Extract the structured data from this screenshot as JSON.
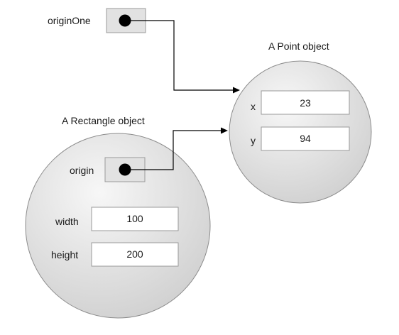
{
  "variable": {
    "name": "originOne"
  },
  "point_object": {
    "title": "A Point object",
    "fields": [
      {
        "name": "x",
        "value": "23"
      },
      {
        "name": "y",
        "value": "94"
      }
    ]
  },
  "rectangle_object": {
    "title": "A Rectangle object",
    "reference_field": {
      "name": "origin"
    },
    "fields": [
      {
        "name": "width",
        "value": "100"
      },
      {
        "name": "height",
        "value": "200"
      }
    ]
  },
  "colors": {
    "circle_fill_light": "#f7f7f7",
    "circle_fill_dark": "#cfcfcf",
    "circle_stroke": "#8c8c8c",
    "reference_box": "#e2e2e2",
    "arrow": "#000000"
  }
}
